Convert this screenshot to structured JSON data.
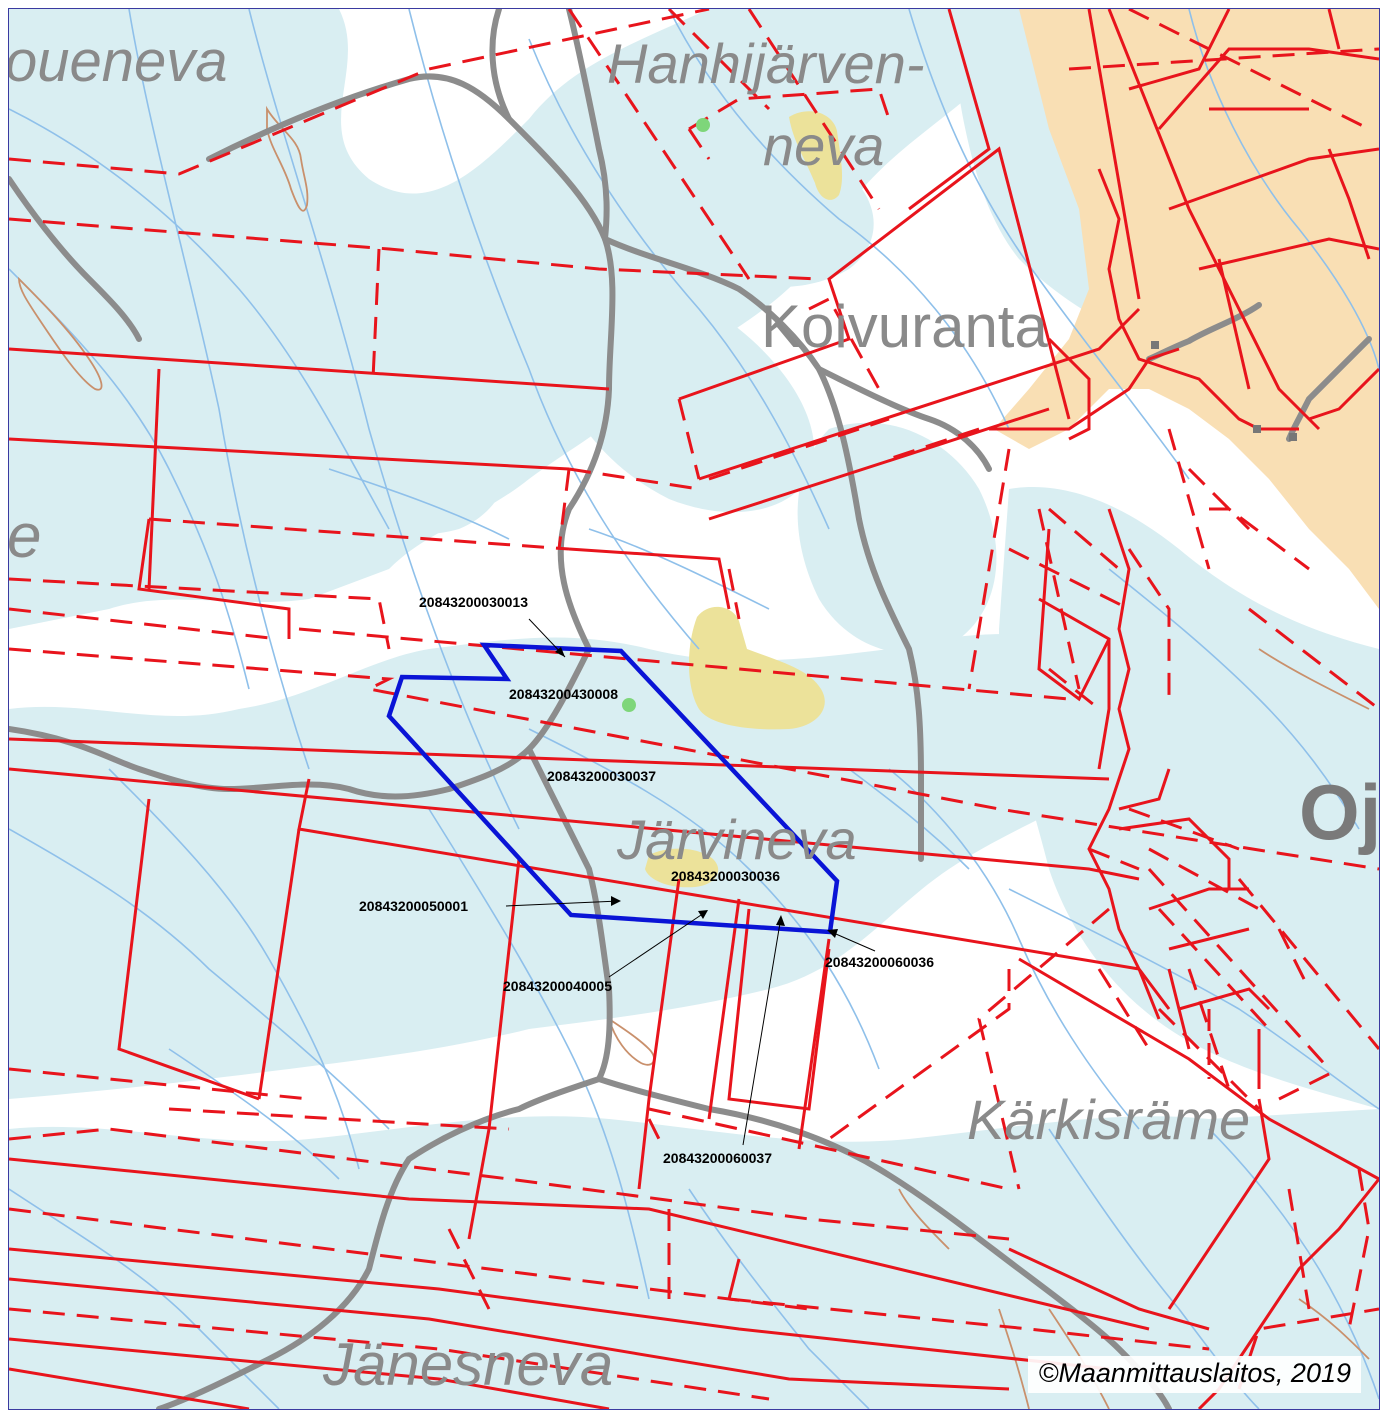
{
  "map": {
    "colors": {
      "wetland": "#d9eef2",
      "water_line": "#8fc0ea",
      "contour": "#c9906c",
      "road": "#8c8c8c",
      "boundary": "#e8141c",
      "settlement": "#f9dfb4",
      "sand": "#ece29a",
      "target_area": "#0a14d6",
      "label_gray": "#8a8a8a"
    },
    "place_names": [
      {
        "id": "name-poueneva",
        "text": "oueneva"
      },
      {
        "id": "name-hanhijarven",
        "text": "Hanhijärven-"
      },
      {
        "id": "name-neva",
        "text": "neva"
      },
      {
        "id": "name-koivuranta",
        "text": "Koivuranta"
      },
      {
        "id": "name-e",
        "text": "e"
      },
      {
        "id": "name-oj",
        "text": "Oj"
      },
      {
        "id": "name-jarvineva",
        "text": "Järvineva"
      },
      {
        "id": "name-karkisrame",
        "text": "Kärkisräme"
      },
      {
        "id": "name-janesneva",
        "text": "Jänesneva"
      }
    ],
    "parcel_labels": [
      {
        "id": "p1",
        "text": "20843200030013"
      },
      {
        "id": "p2",
        "text": "20843200430008"
      },
      {
        "id": "p3",
        "text": "20843200030037"
      },
      {
        "id": "p4",
        "text": "20843200030036"
      },
      {
        "id": "p5",
        "text": "20843200050001"
      },
      {
        "id": "p6",
        "text": "20843200060036"
      },
      {
        "id": "p7",
        "text": "20843200040005"
      },
      {
        "id": "p8",
        "text": "20843200060037"
      }
    ],
    "copyright": "©Maanmittauslaitos, 2019"
  }
}
